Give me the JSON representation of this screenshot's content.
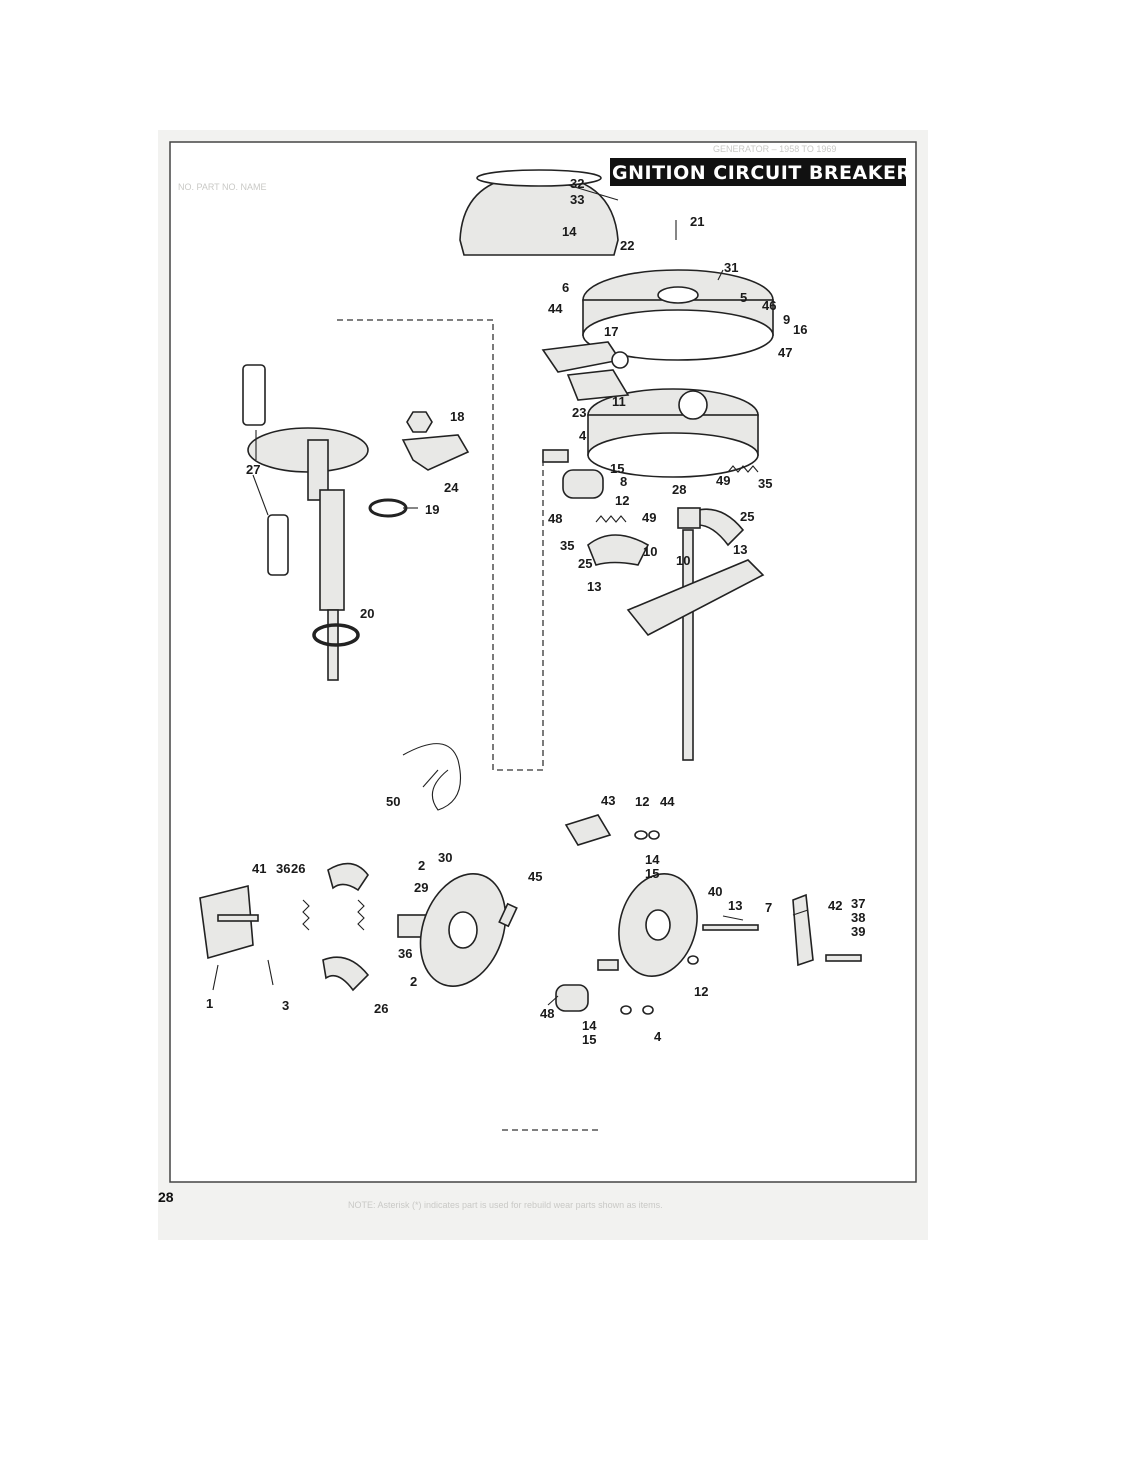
{
  "page": {
    "title": "IGNITION CIRCUIT BREAKER",
    "page_number": "28",
    "footer_note": "NOTE: Asterisk (*) indicates part is used for rebuild wear parts shown as items."
  },
  "header_ghost": {
    "text": "GENERATOR – 1958 TO 1969",
    "columns": "NO.     PART NO.     NAME"
  },
  "callouts": [
    {
      "id": "c32",
      "text": "32"
    },
    {
      "id": "c33",
      "text": "33"
    },
    {
      "id": "c21",
      "text": "21"
    },
    {
      "id": "c14a",
      "text": "14"
    },
    {
      "id": "c22",
      "text": "22"
    },
    {
      "id": "c6",
      "text": "6"
    },
    {
      "id": "c31",
      "text": "31"
    },
    {
      "id": "c5",
      "text": "5"
    },
    {
      "id": "c46",
      "text": "46"
    },
    {
      "id": "c9",
      "text": "9"
    },
    {
      "id": "c16",
      "text": "16"
    },
    {
      "id": "c44a",
      "text": "44"
    },
    {
      "id": "c17",
      "text": "17"
    },
    {
      "id": "c47",
      "text": "47"
    },
    {
      "id": "c23",
      "text": "23"
    },
    {
      "id": "c11",
      "text": "11"
    },
    {
      "id": "c18",
      "text": "18"
    },
    {
      "id": "c4a",
      "text": "4"
    },
    {
      "id": "c15a",
      "text": "15"
    },
    {
      "id": "c8",
      "text": "8"
    },
    {
      "id": "c28",
      "text": "28"
    },
    {
      "id": "c49a",
      "text": "49"
    },
    {
      "id": "c35a",
      "text": "35"
    },
    {
      "id": "c27",
      "text": "27"
    },
    {
      "id": "c24",
      "text": "24"
    },
    {
      "id": "c12a",
      "text": "12"
    },
    {
      "id": "c19",
      "text": "19"
    },
    {
      "id": "c48a",
      "text": "48"
    },
    {
      "id": "c49b",
      "text": "49"
    },
    {
      "id": "c25a",
      "text": "25"
    },
    {
      "id": "c35b",
      "text": "35"
    },
    {
      "id": "c25b",
      "text": "25"
    },
    {
      "id": "c10a",
      "text": "10"
    },
    {
      "id": "c10b",
      "text": "10"
    },
    {
      "id": "c13a",
      "text": "13"
    },
    {
      "id": "c13b",
      "text": "13"
    },
    {
      "id": "c20",
      "text": "20"
    },
    {
      "id": "c50",
      "text": "50"
    },
    {
      "id": "c43",
      "text": "43"
    },
    {
      "id": "c12b",
      "text": "12"
    },
    {
      "id": "c44b",
      "text": "44"
    },
    {
      "id": "c14b",
      "text": "14"
    },
    {
      "id": "c15b",
      "text": "15"
    },
    {
      "id": "c41",
      "text": "41"
    },
    {
      "id": "c36a",
      "text": "36"
    },
    {
      "id": "c26a",
      "text": "26"
    },
    {
      "id": "c2a",
      "text": "2"
    },
    {
      "id": "c30",
      "text": "30"
    },
    {
      "id": "c29",
      "text": "29"
    },
    {
      "id": "c45",
      "text": "45"
    },
    {
      "id": "c40",
      "text": "40"
    },
    {
      "id": "c13c",
      "text": "13"
    },
    {
      "id": "c7",
      "text": "7"
    },
    {
      "id": "c42",
      "text": "42"
    },
    {
      "id": "c37",
      "text": "37"
    },
    {
      "id": "c38",
      "text": "38"
    },
    {
      "id": "c39",
      "text": "39"
    },
    {
      "id": "c36b",
      "text": "36"
    },
    {
      "id": "c12c",
      "text": "12"
    },
    {
      "id": "c2b",
      "text": "2"
    },
    {
      "id": "c1",
      "text": "1"
    },
    {
      "id": "c3",
      "text": "3"
    },
    {
      "id": "c26b",
      "text": "26"
    },
    {
      "id": "c48b",
      "text": "48"
    },
    {
      "id": "c4b",
      "text": "4"
    },
    {
      "id": "c14c",
      "text": "14"
    },
    {
      "id": "c15c",
      "text": "15"
    }
  ]
}
